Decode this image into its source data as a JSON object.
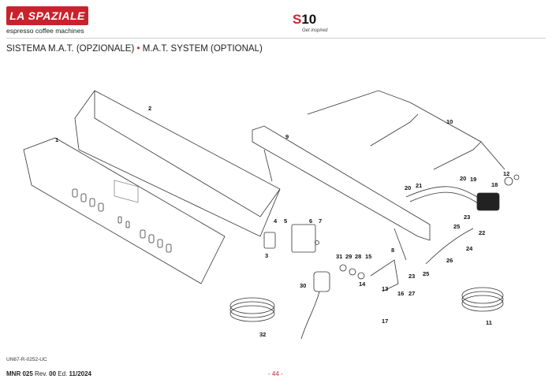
{
  "header": {
    "brand": "LA SPAZIALE",
    "brand_sub": "espresso coffee machines",
    "model_prefix": "S",
    "model_number": "10",
    "tagline": "Get inspired"
  },
  "title": {
    "it": "SISTEMA M.A.T. (OPZIONALE)",
    "separator": "•",
    "en": "M.A.T. SYSTEM (OPTIONAL)"
  },
  "callouts": [
    "1",
    "2",
    "3",
    "4",
    "5",
    "6",
    "7",
    "8",
    "9",
    "10",
    "11",
    "12",
    "13",
    "14",
    "15",
    "16",
    "17",
    "18",
    "19",
    "20",
    "20",
    "21",
    "22",
    "23",
    "23",
    "24",
    "25",
    "25",
    "26",
    "27",
    "28",
    "29",
    "30",
    "31",
    "32"
  ],
  "drawing_code": "UN67-R-0252-UC",
  "footer": {
    "doc": "MNR 025",
    "rev_label": "Rev.",
    "rev": "00",
    "ed_label": "Ed.",
    "ed": "11/2024",
    "page": "- 44 -"
  },
  "colors": {
    "brand_red": "#c8232c"
  }
}
